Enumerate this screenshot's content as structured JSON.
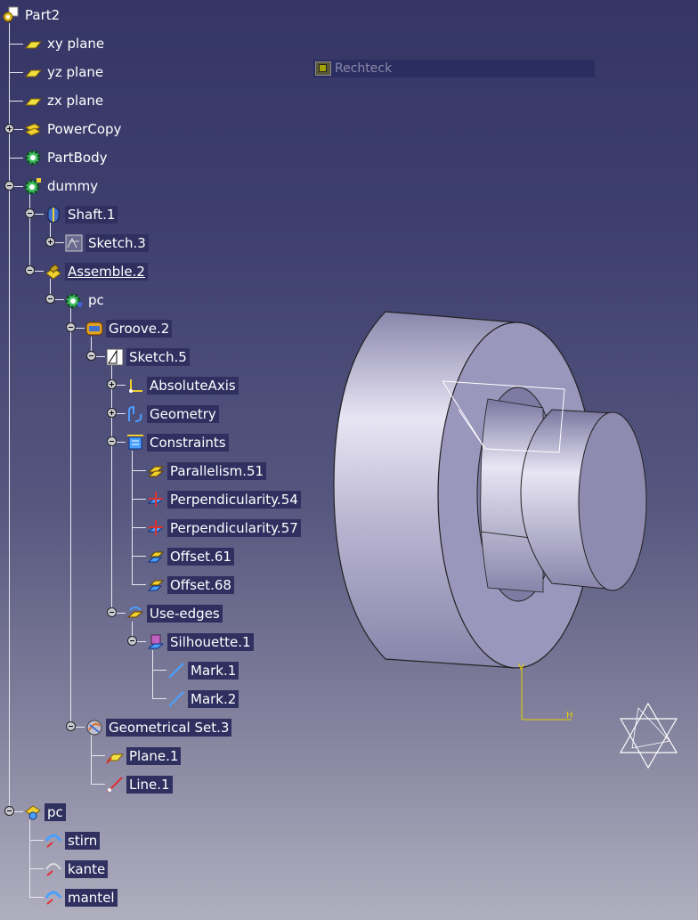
{
  "tree": {
    "root": "Part2",
    "items": [
      {
        "label": "xy plane"
      },
      {
        "label": "yz plane"
      },
      {
        "label": "zx plane"
      },
      {
        "label": "PowerCopy"
      },
      {
        "label": "PartBody"
      },
      {
        "label": "dummy"
      },
      {
        "label": "Shaft.1"
      },
      {
        "label": "Sketch.3"
      },
      {
        "label": "Assemble.2"
      },
      {
        "label": "pc"
      },
      {
        "label": "Groove.2"
      },
      {
        "label": "Sketch.5"
      },
      {
        "label": "AbsoluteAxis"
      },
      {
        "label": "Geometry"
      },
      {
        "label": "Constraints"
      },
      {
        "label": "Parallelism.51"
      },
      {
        "label": "Perpendicularity.54"
      },
      {
        "label": "Perpendicularity.57"
      },
      {
        "label": "Offset.61"
      },
      {
        "label": "Offset.68"
      },
      {
        "label": "Use-edges"
      },
      {
        "label": "Silhouette.1"
      },
      {
        "label": "Mark.1"
      },
      {
        "label": "Mark.2"
      },
      {
        "label": "Geometrical Set.3"
      },
      {
        "label": "Plane.1"
      },
      {
        "label": "Line.1"
      },
      {
        "label": "pc"
      },
      {
        "label": "stirn"
      },
      {
        "label": "kante"
      },
      {
        "label": "mantel"
      }
    ]
  },
  "viewport": {
    "rectangle_label": "Rechteck",
    "axis_h_label": "H",
    "axis_v_label": "V"
  },
  "colors": {
    "background_top": "#353665",
    "background_bottom": "#b0afbf",
    "selection": "#2f3060"
  }
}
